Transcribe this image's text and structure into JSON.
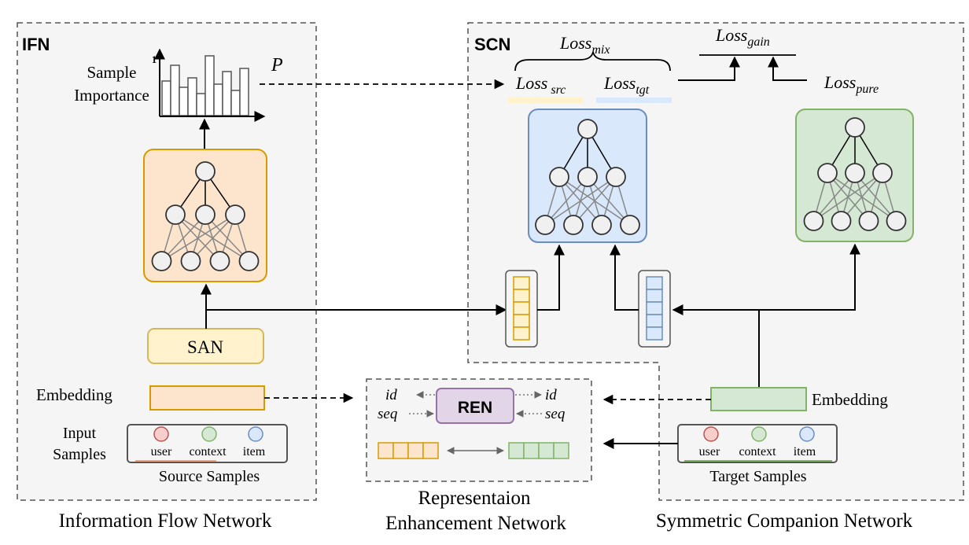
{
  "panels": {
    "ifn": {
      "tag": "IFN",
      "caption": "Information Flow Network"
    },
    "scn": {
      "tag": "SCN",
      "caption": "Symmetric Companion Network"
    },
    "ren": {
      "caption_line1": "Representaion",
      "caption_line2": "Enhancement Network"
    }
  },
  "ifn": {
    "sample_importance_line1": "Sample",
    "sample_importance_line2": "Importance",
    "axis_tick": "1",
    "p_label": "P",
    "san_label": "SAN",
    "embedding_label": "Embedding",
    "input_samples_line1": "Input",
    "input_samples_line2": "Samples",
    "source_samples": "Source Samples",
    "histogram_bars": [
      0.55,
      0.8,
      0.45,
      0.6,
      0.35,
      0.95,
      0.5,
      0.7,
      0.4,
      0.75
    ]
  },
  "samples": {
    "user": "user",
    "context": "context",
    "item": "item"
  },
  "scn": {
    "loss_mix": {
      "base": "Loss",
      "sub": "mix"
    },
    "loss_gain": {
      "base": "Loss",
      "sub": "gain"
    },
    "loss_src": {
      "base": "Loss",
      "sub": "src"
    },
    "loss_tgt": {
      "base": "Loss",
      "sub": "tgt"
    },
    "loss_pure": {
      "base": "Loss",
      "sub": "pure"
    },
    "embedding_label": "Embedding",
    "target_samples": "Target Samples"
  },
  "ren": {
    "label": "REN",
    "id": "id",
    "seq": "seq"
  },
  "colors": {
    "orange_fill": "#fde5cd",
    "orange_stroke": "#d79b00",
    "yellow_fill": "#fff2cc",
    "yellow_stroke": "#d6b656",
    "blue_fill": "#dae8fc",
    "blue_stroke": "#6c8ebf",
    "green_fill": "#d5e8d4",
    "green_stroke": "#82b366",
    "purple_fill": "#e1d5e7",
    "purple_stroke": "#9673a6",
    "panel_fill": "#f5f5f5",
    "user_dot": "#f8cecc",
    "context_dot": "#d5e8d4",
    "item_dot": "#dae8fc"
  }
}
